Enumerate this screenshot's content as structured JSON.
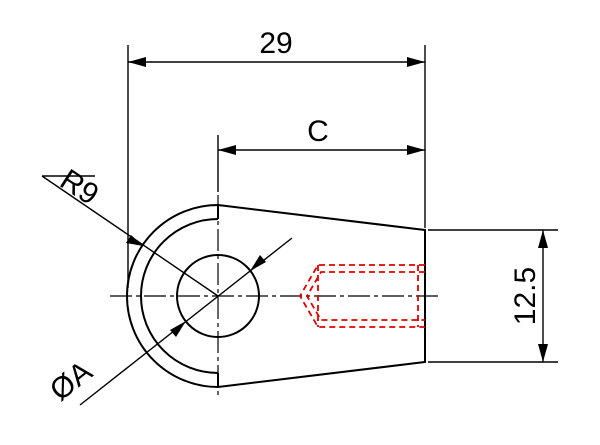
{
  "dimensions": {
    "overall_length": "29",
    "center_to_end": "C",
    "end_radius": "R9",
    "end_height": "12.5",
    "hole_diameter": "ØA"
  },
  "colors": {
    "outline": "#000000",
    "hidden_thread": "#e00000",
    "background": "#ffffff"
  }
}
